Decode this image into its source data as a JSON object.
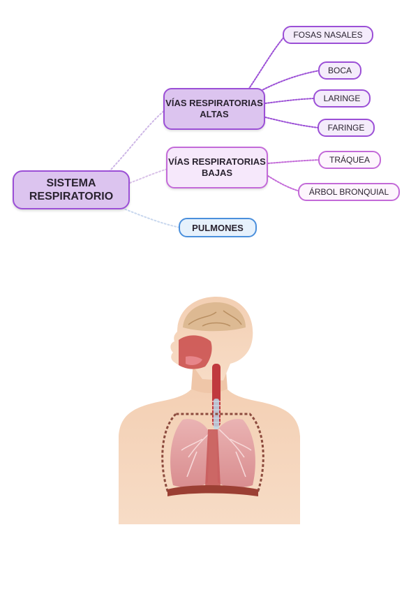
{
  "diagram": {
    "root": "SISTEMA RESPIRATORIO",
    "upper_airways": {
      "label": "VÍAS RESPIRATORIAS ALTAS",
      "items": [
        "FOSAS NASALES",
        "BOCA",
        "LARINGE",
        "FARINGE"
      ]
    },
    "lower_airways": {
      "label": "VÍAS RESPIRATORIAS BAJAS",
      "items": [
        "TRÁQUEA",
        "ÁRBOL BRONQUIAL"
      ]
    },
    "lungs": {
      "label": "PULMONES"
    }
  },
  "colors": {
    "upper": "#9b4fd6",
    "lower": "#c36ad8",
    "lungs": "#4a8fdc",
    "root_fill": "#dcc4ef"
  },
  "illustration": {
    "icon": "human-respiratory-system-illustration"
  }
}
